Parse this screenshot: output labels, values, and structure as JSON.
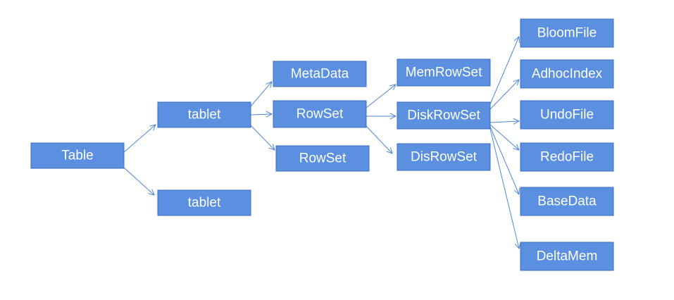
{
  "colors": {
    "node_fill": "#5b8fe0",
    "node_border": "#3f6fc0",
    "edge": "#4f86d9",
    "text": "#ffffff"
  },
  "nodes": [
    {
      "id": "table",
      "label": "Table"
    },
    {
      "id": "tablet1",
      "label": "tablet"
    },
    {
      "id": "tablet2",
      "label": "tablet"
    },
    {
      "id": "metadata",
      "label": "MetaData"
    },
    {
      "id": "rowset1",
      "label": "RowSet"
    },
    {
      "id": "rowset2",
      "label": "RowSet"
    },
    {
      "id": "memrowset",
      "label": "MemRowSet"
    },
    {
      "id": "diskrowset",
      "label": "DiskRowSet"
    },
    {
      "id": "disrowset",
      "label": "DisRowSet"
    },
    {
      "id": "bloomfile",
      "label": "BloomFile"
    },
    {
      "id": "adhocindex",
      "label": "AdhocIndex"
    },
    {
      "id": "undofile",
      "label": "UndoFile"
    },
    {
      "id": "redofile",
      "label": "RedoFile"
    },
    {
      "id": "basedata",
      "label": "BaseData"
    },
    {
      "id": "deltamem",
      "label": "DeltaMem"
    }
  ],
  "edges": [
    {
      "from": "table",
      "to": "tablet1"
    },
    {
      "from": "table",
      "to": "tablet2"
    },
    {
      "from": "tablet1",
      "to": "metadata"
    },
    {
      "from": "tablet1",
      "to": "rowset1"
    },
    {
      "from": "tablet1",
      "to": "rowset2"
    },
    {
      "from": "rowset1",
      "to": "memrowset"
    },
    {
      "from": "rowset1",
      "to": "diskrowset"
    },
    {
      "from": "rowset1",
      "to": "disrowset"
    },
    {
      "from": "diskrowset",
      "to": "bloomfile"
    },
    {
      "from": "diskrowset",
      "to": "adhocindex"
    },
    {
      "from": "diskrowset",
      "to": "undofile"
    },
    {
      "from": "diskrowset",
      "to": "redofile"
    },
    {
      "from": "diskrowset",
      "to": "basedata"
    },
    {
      "from": "diskrowset",
      "to": "deltamem"
    }
  ]
}
